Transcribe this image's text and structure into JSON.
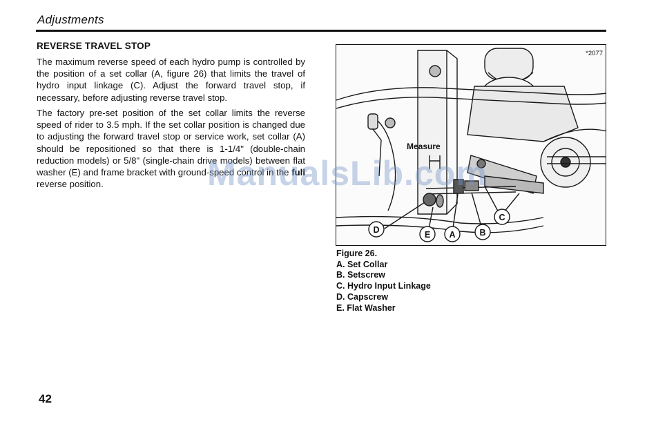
{
  "header": {
    "section": "Adjustments"
  },
  "section_title": "REVERSE TRAVEL STOP",
  "paragraph_1": "The maximum reverse speed of each hydro pump is controlled by the position of a set collar (A, figure 26) that limits the travel of hydro input linkage (C). Adjust the forward travel stop, if necessary, before adjusting reverse travel stop.",
  "paragraph_2": {
    "text": "The factory pre-set position of the set collar limits the reverse speed of rider to 3.5 mph. If the set collar position is changed due to adjusting the forward travel stop or service work, set collar (A) should be repositioned so that there is 1-1/4\" (double-chain reduction models) or 5/8\" (single-chain drive models) between flat washer (E) and frame bracket with ground-speed control in the",
    "bold": "full",
    "tail": "reverse position."
  },
  "figure": {
    "code": "*2077",
    "measure_label": "Measure",
    "callouts": [
      "D",
      "E",
      "A",
      "B",
      "C"
    ]
  },
  "caption": {
    "title": "Figure 26.",
    "items": [
      "A. Set Collar",
      "B. Setscrew",
      "C. Hydro Input Linkage",
      "D. Capscrew",
      "E. Flat Washer"
    ]
  },
  "watermark": "ManualsLib.com",
  "page_number": "42"
}
